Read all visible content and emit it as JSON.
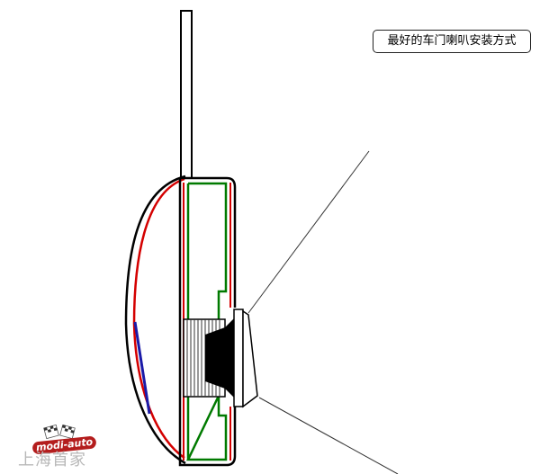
{
  "caption": "最好的车门喇叭安装方式",
  "watermark": {
    "logo_text": "modi-auto",
    "site_text": "上海首家"
  },
  "colors": {
    "outline": "#000000",
    "inner_red": "#d40000",
    "liner_green": "#007a00",
    "accent_blue": "#1a1aa8",
    "logo_red": "#b41d1d"
  }
}
